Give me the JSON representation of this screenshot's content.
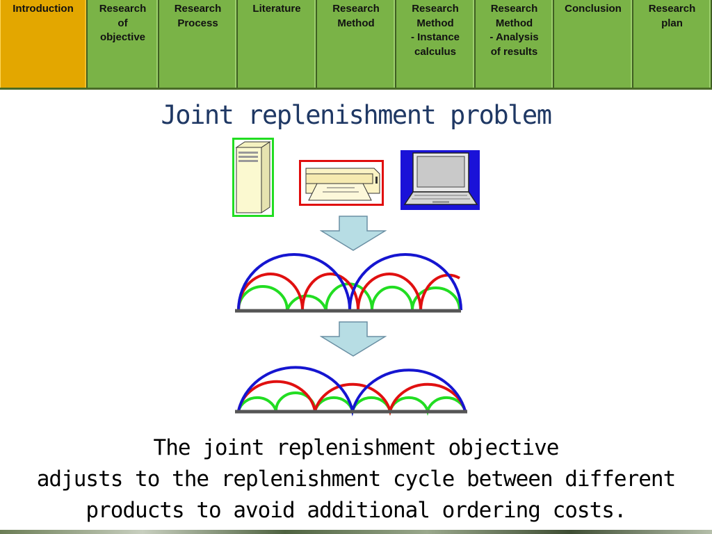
{
  "nav": {
    "tabs": [
      {
        "label": "Introduction",
        "active": true
      },
      {
        "label": "Research\nof\nobjective",
        "active": false
      },
      {
        "label": "Research\nProcess",
        "active": false
      },
      {
        "label": "Literature",
        "active": false
      },
      {
        "label": "Research\nMethod",
        "active": false
      },
      {
        "label": "Research\nMethod\n- Instance\ncalculus",
        "active": false
      },
      {
        "label": "Research\nMethod\n- Analysis\nof results",
        "active": false
      },
      {
        "label": "Conclusion",
        "active": false
      },
      {
        "label": "Research\nplan",
        "active": false
      }
    ],
    "colors": {
      "active": "#e3a700",
      "inactive": "#7ab347"
    }
  },
  "slide": {
    "title": "Joint replenishment problem",
    "icons": [
      "server-tower-icon",
      "printer-icon",
      "laptop-icon"
    ],
    "caption": {
      "line1": "The joint replenishment objective",
      "line2": "adjusts to the replenishment cycle between different",
      "line3": "products to avoid additional ordering costs."
    },
    "arc_colors": {
      "long_cycle": "#1515d0",
      "mid_cycle": "#e01010",
      "short_cycle": "#22dd22",
      "baseline": "#555555"
    }
  }
}
